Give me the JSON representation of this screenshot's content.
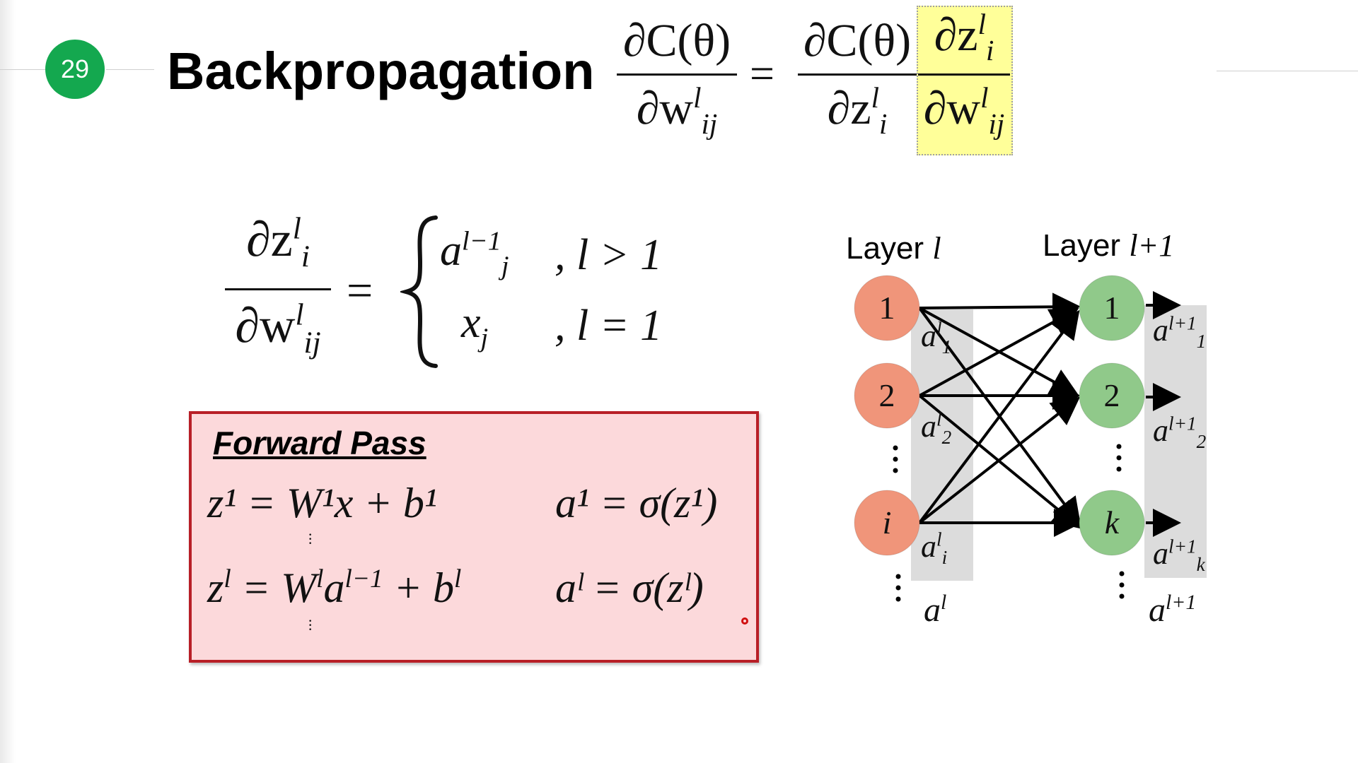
{
  "slide": {
    "number": "29",
    "title": "Backpropagation"
  },
  "header_formula": {
    "lhs_num": "∂C(θ)",
    "lhs_den_base": "∂w",
    "lhs_den_sup": "l",
    "lhs_den_sub": "ij",
    "equals": "=",
    "r1_num": "∂C(θ)",
    "r1_den_base": "∂z",
    "r1_den_sup": "l",
    "r1_den_sub": "i",
    "r2_num_base": "∂z",
    "r2_num_sup": "l",
    "r2_num_sub": "i",
    "r2_den_base": "∂w",
    "r2_den_sup": "l",
    "r2_den_sub": "ij",
    "highlight_color": "#ffff99"
  },
  "cases_formula": {
    "num_base": "∂z",
    "num_sup": "l",
    "num_sub": "i",
    "den_base": "∂w",
    "den_sup": "l",
    "den_sub": "ij",
    "equals": "=",
    "case1_value_base": "a",
    "case1_value_sup": "l−1",
    "case1_value_sub": "j",
    "case1_cond": ", l > 1",
    "case2_value_base": "x",
    "case2_value_sub": "j",
    "case2_cond": ", l = 1"
  },
  "forward_pass": {
    "title": "Forward Pass",
    "border_color": "#b81f27",
    "fill_color": "#fcd9db",
    "row1_z": "z¹ = W¹x + b¹",
    "row1_a": "a¹ = σ(z¹)",
    "row2_z_html": "z<sup>l</sup> = W<sup>l</sup>a<sup>l−1</sup> + b<sup>l</sup>",
    "row2_z": "zˡ = Wˡaˡ⁻¹ + bˡ",
    "row2_a": "aˡ = σ(zˡ)"
  },
  "network": {
    "layer_left_label": "Layer",
    "layer_left_var": "l",
    "layer_right_label": "Layer",
    "layer_right_var": "l+1",
    "left_nodes": [
      "1",
      "2",
      "i"
    ],
    "right_nodes": [
      "1",
      "2",
      "k"
    ],
    "left_node_color": "#f0957a",
    "right_node_color": "#90c98a",
    "left_activations": [
      {
        "base": "a",
        "sup": "l",
        "sub": "1"
      },
      {
        "base": "a",
        "sup": "l",
        "sub": "2"
      },
      {
        "base": "a",
        "sup": "l",
        "sub": "i"
      }
    ],
    "left_vector": {
      "base": "a",
      "sup": "l"
    },
    "right_activations": [
      {
        "base": "a",
        "sup": "l+1",
        "sub": "1"
      },
      {
        "base": "a",
        "sup": "l+1",
        "sub": "2"
      },
      {
        "base": "a",
        "sup": "l+1",
        "sub": "k"
      }
    ],
    "right_vector": {
      "base": "a",
      "sup": "l+1"
    }
  }
}
